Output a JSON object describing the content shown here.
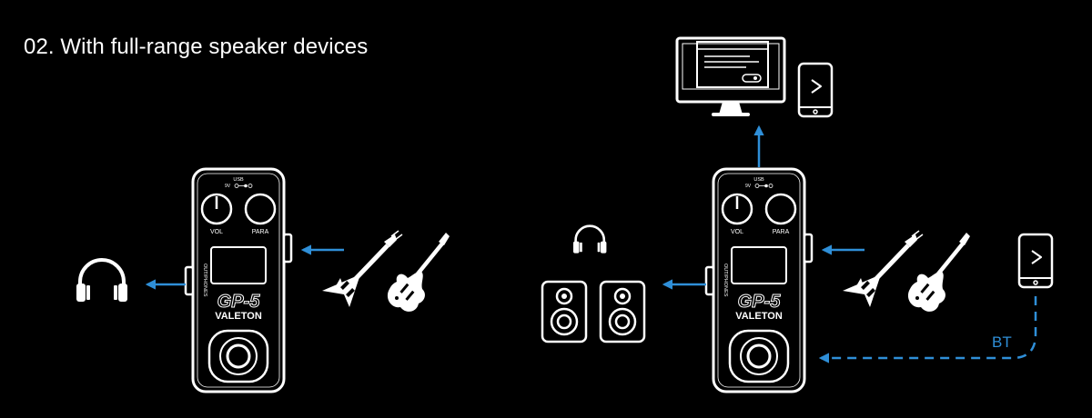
{
  "heading": "02. With full-range speaker devices",
  "pedal": {
    "usb_label": "USB",
    "power_label": "9V",
    "knob_left_label": "VOL",
    "knob_right_label": "PARA",
    "side_text": "OUT/PHONES",
    "model": "GP-5",
    "brand": "VALETON"
  },
  "bt_label": "BT",
  "colors": {
    "background": "#000000",
    "line": "#ffffff",
    "arrow": "#2f8fd8"
  },
  "icons": [
    "headphones-icon",
    "speaker-icon",
    "monitor-icon",
    "tablet-icon",
    "phone-icon",
    "flying-v-guitar-icon",
    "electric-guitar-icon",
    "guitar-pedal"
  ]
}
